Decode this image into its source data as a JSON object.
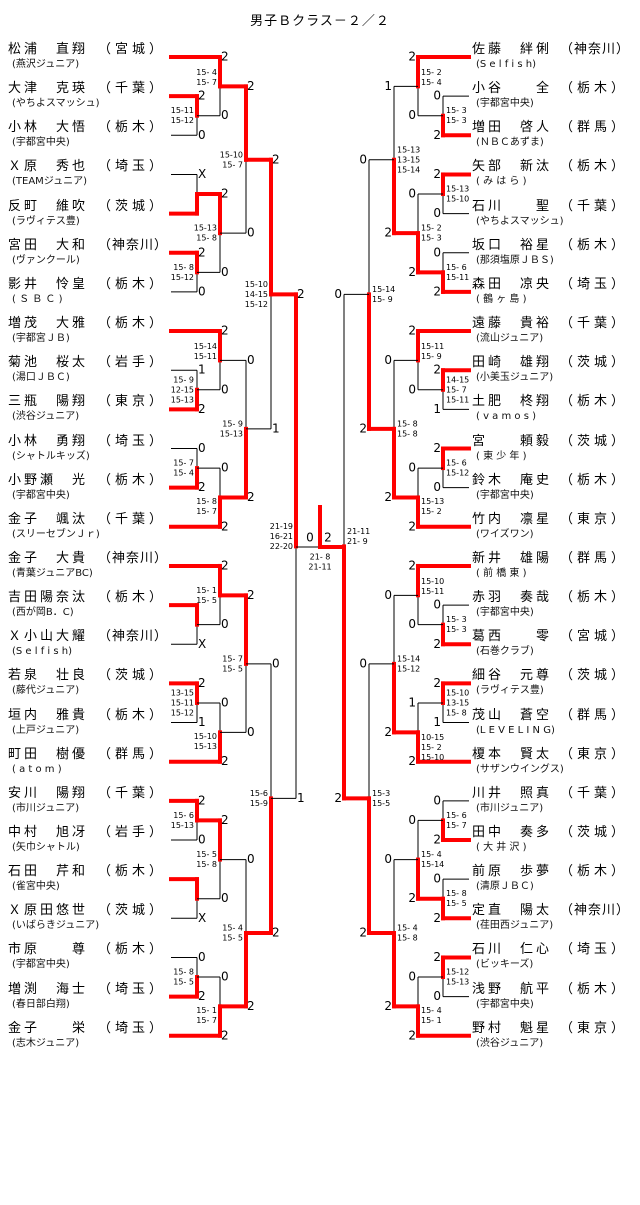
{
  "title": "男子Ｂクラス－２／２",
  "colors": {
    "winner": "#ff0000",
    "line": "#000000"
  },
  "players": {
    "left": [
      {
        "name": "松浦　直翔",
        "pref": "（宮城）",
        "club": "(燕沢ジュニア)"
      },
      {
        "name": "大津　克瑛",
        "pref": "（千葉）",
        "club": "(やちよスマッシュ)"
      },
      {
        "name": "小林　大悟",
        "pref": "（栃木）",
        "club": "(宇都宮中央)"
      },
      {
        "name": "Ｘ原　秀也",
        "pref": "（埼玉）",
        "club": "(TEAMジュニア)"
      },
      {
        "name": "反町　維吹",
        "pref": "（茨城）",
        "club": "(ラヴィテス豊)"
      },
      {
        "name": "宮田　大和",
        "pref": "（神奈川）",
        "club": "(ヴァンクール)"
      },
      {
        "name": "影井　怜皇",
        "pref": "（栃木）",
        "club": "( Ｓ Ｂ Ｃ )"
      },
      {
        "name": "増茂　大雅",
        "pref": "（栃木）",
        "club": "(宇都宮ＪＢ)"
      },
      {
        "name": "菊池　桜太",
        "pref": "（岩手）",
        "club": "(湯口ＪＢＣ)"
      },
      {
        "name": "三瓶　陽翔",
        "pref": "（東京）",
        "club": "(渋谷ジュニア)"
      },
      {
        "name": "小林　勇翔",
        "pref": "（埼玉）",
        "club": "(シャトルキッズ)"
      },
      {
        "name": "小野瀬　光",
        "pref": "（栃木）",
        "club": "(宇都宮中央)"
      },
      {
        "name": "金子　颯汰",
        "pref": "（千葉）",
        "club": "(スリーセブンＪｒ)"
      },
      {
        "name": "金子　大貴",
        "pref": "（神奈川）",
        "club": "(青葉ジュニアBC)"
      },
      {
        "name": "吉田陽奈汰",
        "pref": "（栃木）",
        "club": "(西が岡B．C)"
      },
      {
        "name": "Ｘ小山大耀",
        "pref": "（神奈川）",
        "club": "(S e l f i s h)"
      },
      {
        "name": "若泉　壮良",
        "pref": "（茨城）",
        "club": "(藤代ジュニア)"
      },
      {
        "name": "垣内　雅貴",
        "pref": "（栃木）",
        "club": "(上戸ジュニア)"
      },
      {
        "name": "町田　樹優",
        "pref": "（群馬）",
        "club": "( a t o m )"
      },
      {
        "name": "安川　陽翔",
        "pref": "（千葉）",
        "club": "(市川ジュニア)"
      },
      {
        "name": "中村　旭冴",
        "pref": "（岩手）",
        "club": "(矢巾シャトル)"
      },
      {
        "name": "石田　芹和",
        "pref": "（栃木）",
        "club": "(雀宮中央)"
      },
      {
        "name": "Ｘ原田悠世",
        "pref": "（茨城）",
        "club": "(いばらきジュニア)"
      },
      {
        "name": "市原　　尊",
        "pref": "（栃木）",
        "club": "(宇都宮中央)"
      },
      {
        "name": "増渕　海士",
        "pref": "（埼玉）",
        "club": "(春日部白翔)"
      },
      {
        "name": "金子　　栄",
        "pref": "（埼玉）",
        "club": "(志木ジュニア)"
      }
    ],
    "right": [
      {
        "name": "佐藤　絆俐",
        "pref": "（神奈川）",
        "club": "(S e l f i s h)"
      },
      {
        "name": "小谷　　全",
        "pref": "（栃木）",
        "club": "(宇都宮中央)"
      },
      {
        "name": "増田　啓人",
        "pref": "（群馬）",
        "club": "(ＮＢＣあずま)"
      },
      {
        "name": "矢部　新汰",
        "pref": "（栃木）",
        "club": "( み は ら )"
      },
      {
        "name": "石川　　聖",
        "pref": "（千葉）",
        "club": "(やちよスマッシュ)"
      },
      {
        "name": "坂口　裕星",
        "pref": "（栃木）",
        "club": "(那須塩原ＪＢＳ)"
      },
      {
        "name": "森田　凉央",
        "pref": "（埼玉）",
        "club": "( 鶴 ヶ 島 )"
      },
      {
        "name": "遠藤　貴裕",
        "pref": "（千葉）",
        "club": "(流山ジュニア)"
      },
      {
        "name": "田崎　雄翔",
        "pref": "（茨城）",
        "club": "(小美玉ジュニア)"
      },
      {
        "name": "土肥　柊翔",
        "pref": "（栃木）",
        "club": "( v a m o s )"
      },
      {
        "name": "宮　　頼毅",
        "pref": "（茨城）",
        "club": "( 東 少 年 )"
      },
      {
        "name": "鈴木　庵史",
        "pref": "（栃木）",
        "club": "(宇都宮中央)"
      },
      {
        "name": "竹内　凛星",
        "pref": "（東京）",
        "club": "(ワイズワン)"
      },
      {
        "name": "新井　雄陽",
        "pref": "（群馬）",
        "club": "( 前 橋 東 )"
      },
      {
        "name": "赤羽　奏哉",
        "pref": "（栃木）",
        "club": "(宇都宮中央)"
      },
      {
        "name": "葛西　　零",
        "pref": "（宮城）",
        "club": "(石巻クラブ)"
      },
      {
        "name": "細谷　元尊",
        "pref": "（茨城）",
        "club": "(ラヴィテス豊)"
      },
      {
        "name": "茂山　蒼空",
        "pref": "（群馬）",
        "club": "(L E V E L I N G)"
      },
      {
        "name": "榎本　賢太",
        "pref": "（東京）",
        "club": "(サザンウイングス)"
      },
      {
        "name": "川井　照真",
        "pref": "（千葉）",
        "club": "(市川ジュニア)"
      },
      {
        "name": "田中　奏多",
        "pref": "（茨城）",
        "club": "( 大 井 沢 )"
      },
      {
        "name": "前原　歩夢",
        "pref": "（栃木）",
        "club": "(清原ＪＢＣ)"
      },
      {
        "name": "定直　陽太",
        "pref": "（神奈川）",
        "club": "(荏田西ジュニア)"
      },
      {
        "name": "石川　仁心",
        "pref": "（埼玉）",
        "club": "(ビッキーズ)"
      },
      {
        "name": "浅野　航平",
        "pref": "（栃木）",
        "club": "(宇都宮中央)"
      },
      {
        "name": "野村　魁星",
        "pref": "（東京）",
        "club": "(渋谷ジュニア)"
      }
    ]
  },
  "bracket": {
    "left": {
      "m1": {
        "scores": [
          "2",
          "0"
        ],
        "sets": [
          "15-11",
          "15-12"
        ]
      },
      "m2": {
        "scores": [
          "2",
          "0"
        ],
        "sets": [
          "15- 4",
          "15- 7"
        ]
      },
      "m3": {
        "scores": [
          "X",
          ""
        ],
        "sets": []
      },
      "m4": {
        "scores": [
          "2",
          "0"
        ],
        "sets": [
          "15- 8",
          "15-12"
        ]
      },
      "m5": {
        "scores": [
          "2",
          "0"
        ],
        "sets": [
          "15-13",
          "15- 8"
        ]
      },
      "m6": {
        "scores": [
          "2",
          "0"
        ],
        "sets": [
          "15-10",
          "15- 7"
        ]
      },
      "m7": {
        "scores": [
          "1",
          "2"
        ],
        "sets": [
          "15- 9",
          "12-15",
          "15-13"
        ]
      },
      "m8": {
        "scores": [
          "2",
          "0"
        ],
        "sets": [
          "15-14",
          "15-11"
        ]
      },
      "m9": {
        "scores": [
          "0",
          "2"
        ],
        "sets": [
          "15- 7",
          "15- 4"
        ]
      },
      "m10": {
        "scores": [
          "0",
          "2"
        ],
        "sets": [
          "15- 8",
          "15- 7"
        ]
      },
      "m11": {
        "scores": [
          "0",
          "2"
        ],
        "sets": [
          "15- 9",
          "15-13"
        ]
      },
      "m12": {
        "scores": [
          "2",
          "1"
        ],
        "sets": [
          "15-10",
          "14-15",
          "15-12"
        ]
      },
      "m13": {
        "scores": [
          "",
          "X"
        ],
        "sets": []
      },
      "m14": {
        "scores": [
          "2",
          "0"
        ],
        "sets": [
          "15- 1",
          "15- 5"
        ]
      },
      "m15": {
        "scores": [
          "2",
          "1"
        ],
        "sets": [
          "13-15",
          "15-11",
          "15-12"
        ]
      },
      "m16": {
        "scores": [
          "0",
          "2"
        ],
        "sets": [
          "15-10",
          "15-13"
        ]
      },
      "m17": {
        "scores": [
          "2",
          "0"
        ],
        "sets": [
          "15- 7",
          "15- 5"
        ]
      },
      "m18": {
        "scores": [
          "2",
          "0"
        ],
        "sets": [
          "15- 6",
          "15-13"
        ]
      },
      "m19": {
        "scores": [
          "",
          "X"
        ],
        "sets": []
      },
      "m20": {
        "scores": [
          "2",
          "0"
        ],
        "sets": [
          "15- 5",
          "15- 8"
        ]
      },
      "m21": {
        "scores": [
          "0",
          "2"
        ],
        "sets": [
          "15- 8",
          "15- 5"
        ]
      },
      "m22": {
        "scores": [
          "0",
          "2"
        ],
        "sets": [
          "15- 1",
          "15- 7"
        ]
      },
      "m23": {
        "scores": [
          "0",
          "2"
        ],
        "sets": [
          "15- 4",
          "15- 5"
        ]
      },
      "m24": {
        "scores": [
          "0",
          "2"
        ],
        "sets": [
          "15-6",
          "15-9"
        ]
      },
      "semi": {
        "scores": [
          "2",
          "1"
        ],
        "sets": [
          "21-19",
          "16-21",
          "22-20"
        ]
      }
    },
    "right": {
      "m1": {
        "scores": [
          "0",
          "2"
        ],
        "sets": [
          "15- 3",
          "15- 3"
        ]
      },
      "m2": {
        "scores": [
          "2",
          "0"
        ],
        "sets": [
          "15- 2",
          "15- 4"
        ]
      },
      "m3": {
        "scores": [
          "2",
          "0"
        ],
        "sets": [
          "15-13",
          "15-10"
        ]
      },
      "m4": {
        "scores": [
          "0",
          "2"
        ],
        "sets": [
          "15- 6",
          "15-11"
        ]
      },
      "m5": {
        "scores": [
          "0",
          "2"
        ],
        "sets": [
          "15- 2",
          "15- 3"
        ]
      },
      "m6": {
        "scores": [
          "1",
          "2"
        ],
        "sets": [
          "15-13",
          "13-15",
          "15-14"
        ]
      },
      "m7": {
        "scores": [
          "2",
          "1"
        ],
        "sets": [
          "14-15",
          "15- 7",
          "15-11"
        ]
      },
      "m8": {
        "scores": [
          "2",
          "0"
        ],
        "sets": [
          "15-11",
          "15- 9"
        ]
      },
      "m9": {
        "scores": [
          "2",
          "0"
        ],
        "sets": [
          "15- 6",
          "15-12"
        ]
      },
      "m10": {
        "scores": [
          "0",
          "2"
        ],
        "sets": [
          "15-13",
          "15- 2"
        ]
      },
      "m11": {
        "scores": [
          "0",
          "2"
        ],
        "sets": [
          "15- 8",
          "15- 8"
        ]
      },
      "m12": {
        "scores": [
          "0",
          "2"
        ],
        "sets": [
          "15-14",
          "15- 9"
        ]
      },
      "m13": {
        "scores": [
          "0",
          "2"
        ],
        "sets": [
          "15- 3",
          "15- 3"
        ]
      },
      "m14": {
        "scores": [
          "2",
          "0"
        ],
        "sets": [
          "15-10",
          "15-11"
        ]
      },
      "m15": {
        "scores": [
          "2",
          "1"
        ],
        "sets": [
          "15-10",
          "13-15",
          "15- 8"
        ]
      },
      "m16": {
        "scores": [
          "1",
          "2"
        ],
        "sets": [
          "10-15",
          "15- 2",
          "15-10"
        ]
      },
      "m17": {
        "scores": [
          "0",
          "2"
        ],
        "sets": [
          "15-14",
          "15-12"
        ]
      },
      "m18": {
        "scores": [
          "0",
          "2"
        ],
        "sets": [
          "15- 6",
          "15- 7"
        ]
      },
      "m19": {
        "scores": [
          "0",
          "2"
        ],
        "sets": [
          "15- 8",
          "15- 5"
        ]
      },
      "m20": {
        "scores": [
          "0",
          "2"
        ],
        "sets": [
          "15- 4",
          "15-14"
        ]
      },
      "m21": {
        "scores": [
          "2",
          "0"
        ],
        "sets": [
          "15-12",
          "15-13"
        ]
      },
      "m22": {
        "scores": [
          "0",
          "2"
        ],
        "sets": [
          "15- 4",
          "15- 1"
        ]
      },
      "m23": {
        "scores": [
          "0",
          "2"
        ],
        "sets": [
          "15- 4",
          "15- 8"
        ]
      },
      "m24": {
        "scores": [
          "0",
          "2"
        ],
        "sets": [
          "15-3",
          "15-5"
        ]
      },
      "semi": {
        "scores": [
          "0",
          "2"
        ],
        "sets": [
          "21-11",
          "21- 9"
        ]
      }
    },
    "final": {
      "scores": [
        "0",
        "2"
      ],
      "sets": [
        "21- 8",
        "21-11"
      ]
    }
  }
}
